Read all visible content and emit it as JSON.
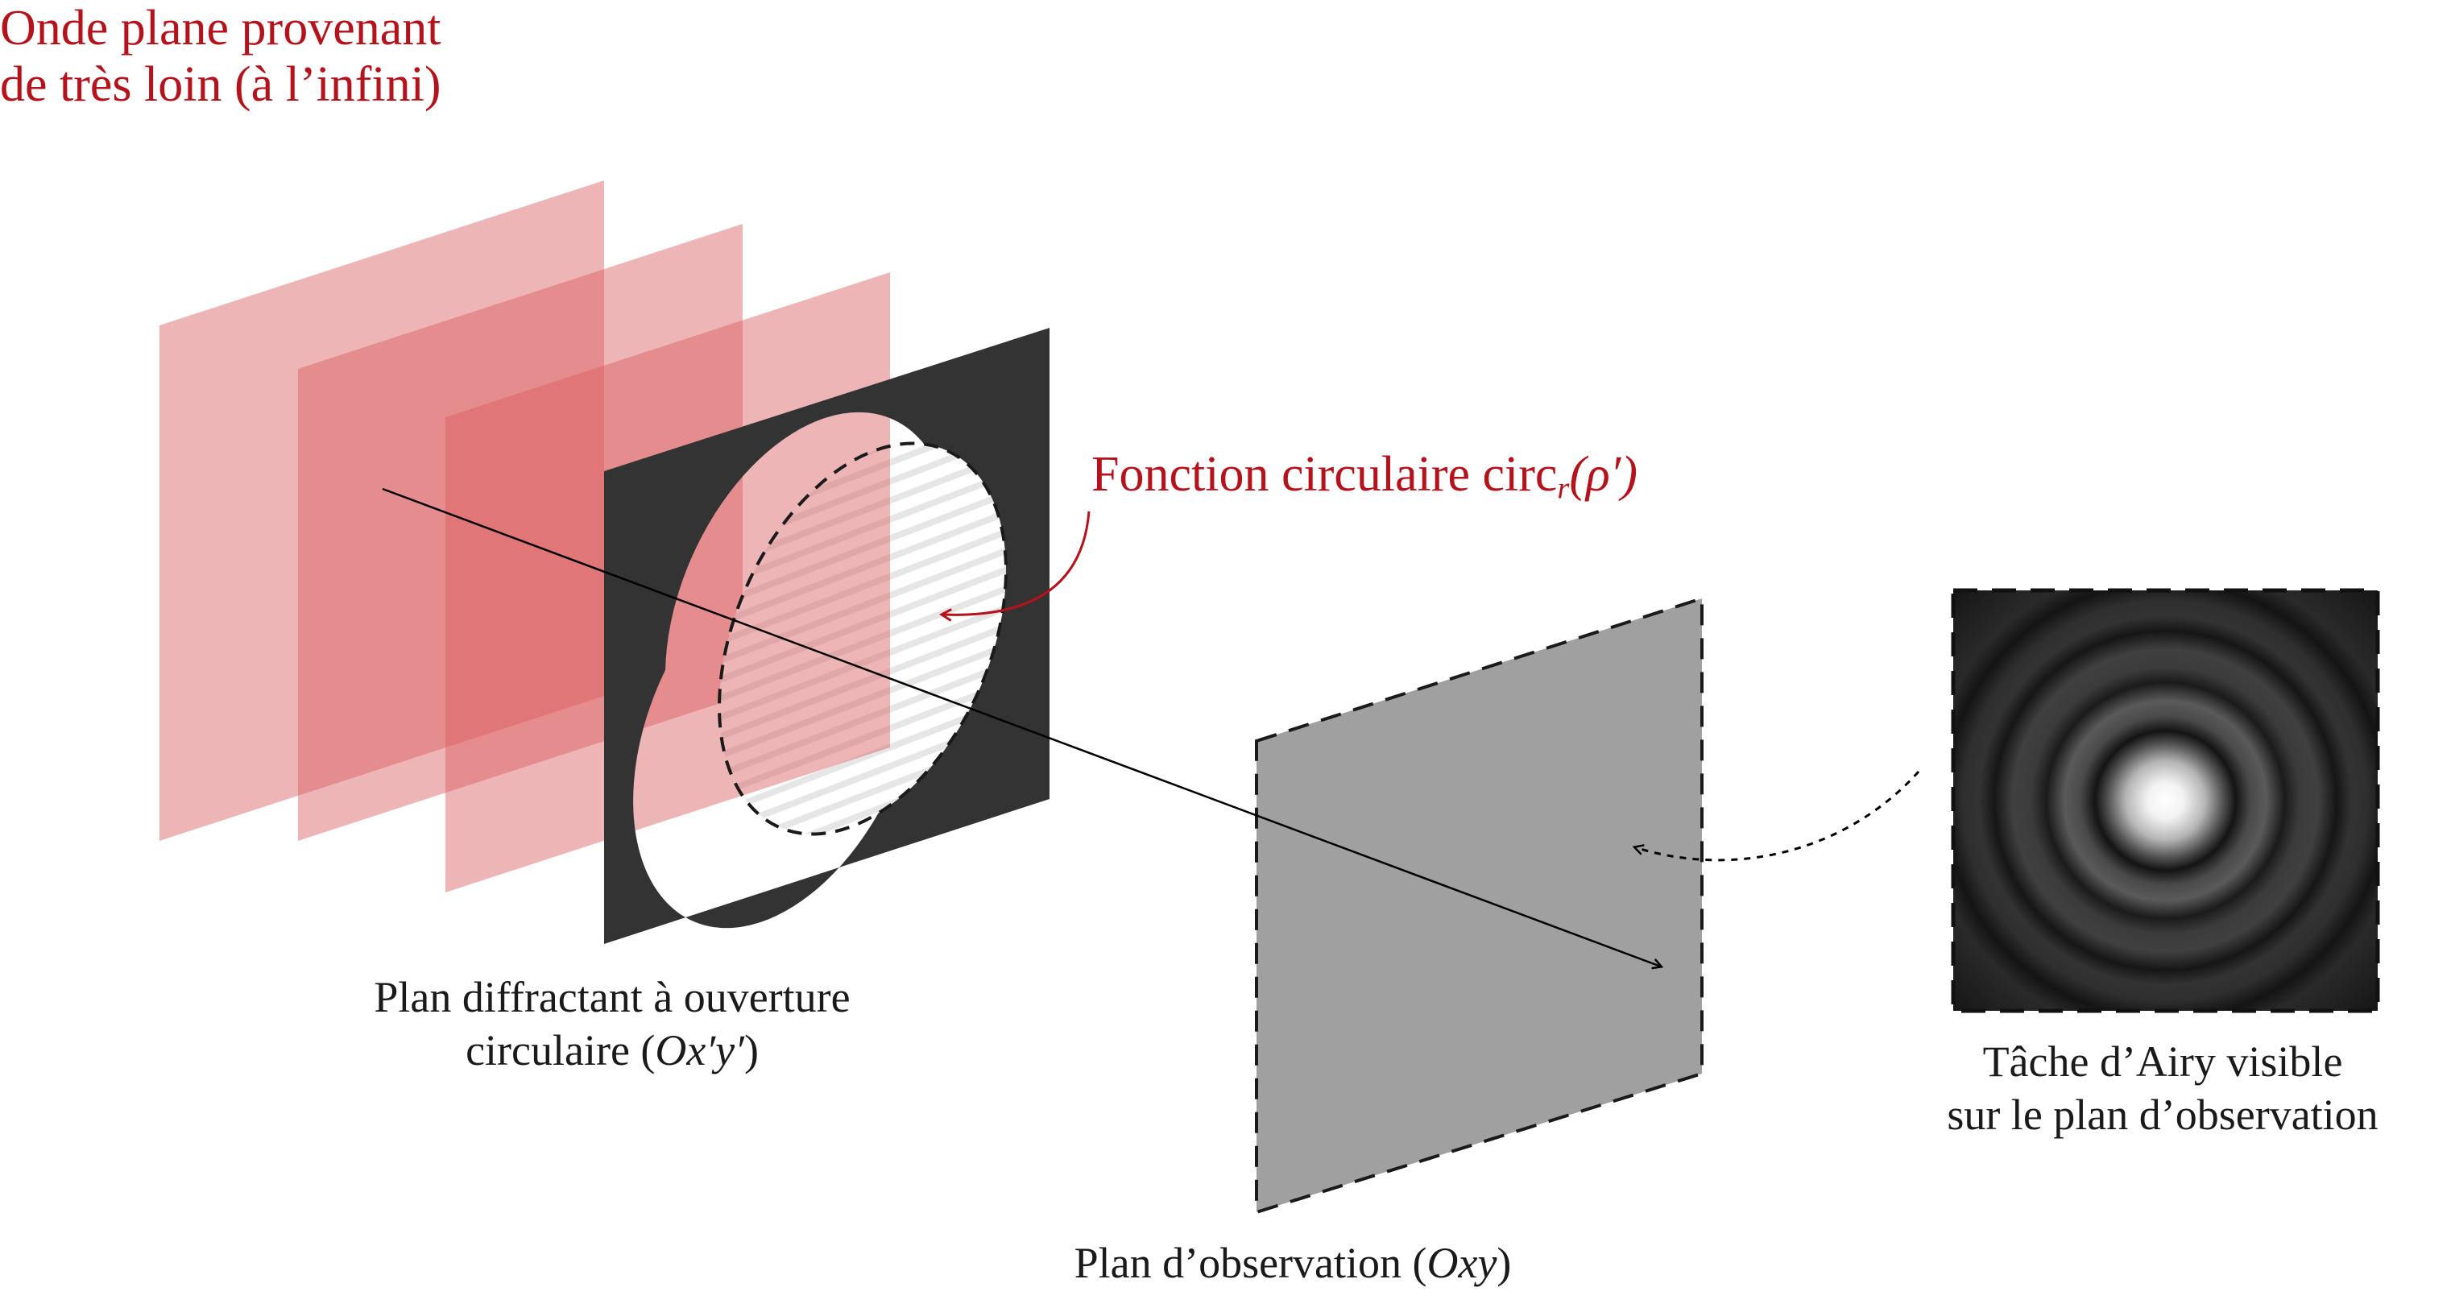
{
  "colors": {
    "wave_red": "#d95b5e",
    "label_red": "#b5121b",
    "diffracting_plane": "#333333",
    "observation_plane": "#a0a0a0",
    "airy_background": "#151515"
  },
  "labels": {
    "incoming_wave_line1": "Onde plane provenant",
    "incoming_wave_line2": "de très loin (à l’infini)",
    "circ_function_prefix": "Fonction circulaire circ",
    "circ_function_sub": "r",
    "circ_function_arg": "(ρ′)",
    "diffracting_plane_line1": "Plan diffractant à ouverture",
    "diffracting_plane_line2_text": "circulaire (",
    "diffracting_plane_line2_math": "Ox′y′",
    "diffracting_plane_line2_close": ")",
    "observation_plane_text": "Plan d’observation (",
    "observation_plane_math": "Oxy",
    "observation_plane_close": ")",
    "airy_line1": "Tâche d’Airy visible",
    "airy_line2": "sur le plan d’observation"
  }
}
